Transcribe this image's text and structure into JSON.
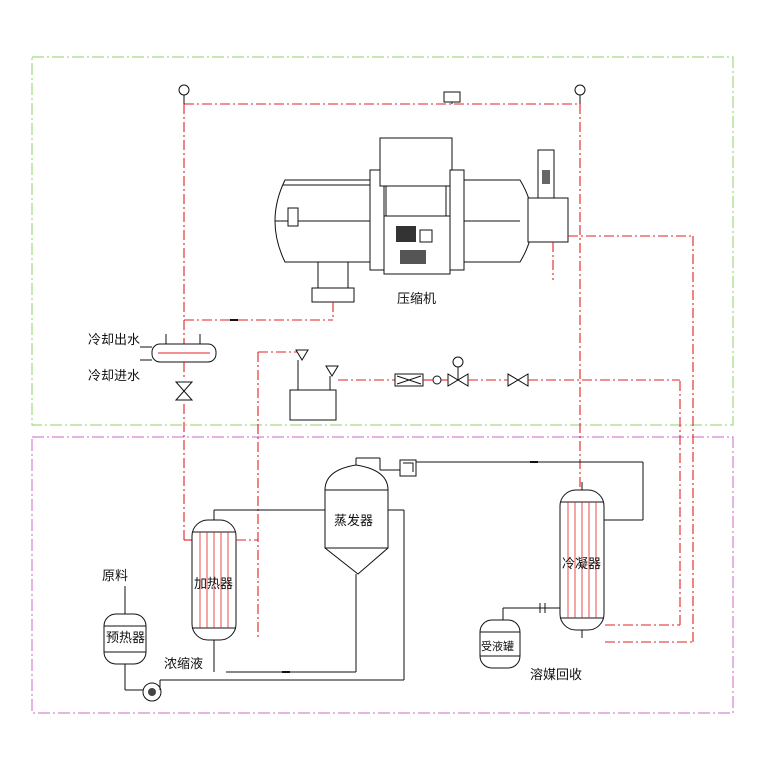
{
  "labels": {
    "compressor": "压缩机",
    "cooling_water_out": "冷却出水",
    "cooling_water_in": "冷却进水",
    "evaporator": "蒸发器",
    "heater": "加热器",
    "condenser": "冷凝器",
    "raw_material": "原料",
    "preheater": "预热器",
    "concentrate": "浓缩液",
    "receiver_tank": "受液罐",
    "solvent_recovery": "溶媒回收"
  },
  "colors": {
    "upper_zone_border": "#8fd16a",
    "lower_zone_border": "#c86ac8",
    "refrigerant_line": "#e02020",
    "process_line": "#111111"
  }
}
